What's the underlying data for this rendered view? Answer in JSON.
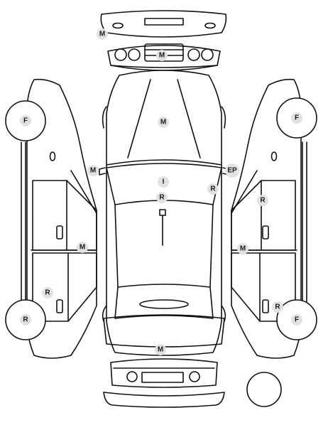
{
  "colors": {
    "line": "#111111",
    "marker_fill": "#e2e2e2",
    "marker_text": "#1a1a1a",
    "background": "#ffffff"
  },
  "markers": {
    "front_bumper_m": "M",
    "front_grille_m": "M",
    "hood_m": "M",
    "left_mirror_m": "M",
    "right_mirror_ep": "EP",
    "windshield_i": "I",
    "windshield_r": "R",
    "right_a_pillar_r": "R",
    "left_front_wheel_f": "F",
    "left_rear_wheel_r": "R",
    "left_rear_door_r": "R",
    "left_sill_m": "M",
    "right_front_wheel_f": "F",
    "right_rear_wheel_f": "F",
    "right_front_door_r": "R",
    "right_sill_m": "M",
    "right_rear_door_r": "R",
    "trunk_m": "M"
  }
}
